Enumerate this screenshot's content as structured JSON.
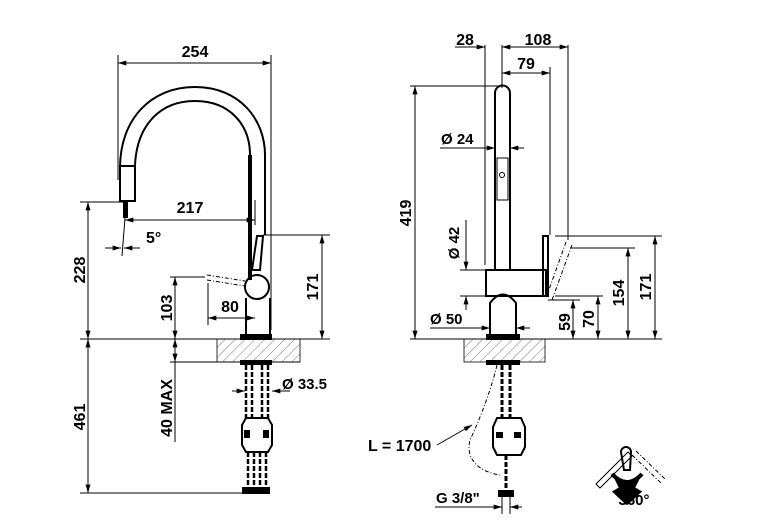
{
  "title": "Kitchen mixer with pull-out spout - dimensional drawing",
  "side_view": {
    "width_total": "254",
    "reach": "217",
    "spray_angle": "5°",
    "spout_height": "228",
    "lever_height": "171",
    "lever_axis_height": "103",
    "lever_length": "80",
    "max_counter_thickness": "40 MAX",
    "hose_length_below": "461",
    "shank_diameter": "Ø 33.5"
  },
  "front_view": {
    "offset_back": "28",
    "depth_total": "108",
    "depth_lever": "79",
    "total_height": "419",
    "spout_diameter": "Ø 24",
    "body_diameter": "Ø 42",
    "base_diameter": "Ø 50",
    "dim_59": "59",
    "dim_70": "70",
    "dim_154": "154",
    "dim_171": "171",
    "hose_length": "L = 1700",
    "thread": "G 3/8\"",
    "rotation": "360°"
  }
}
